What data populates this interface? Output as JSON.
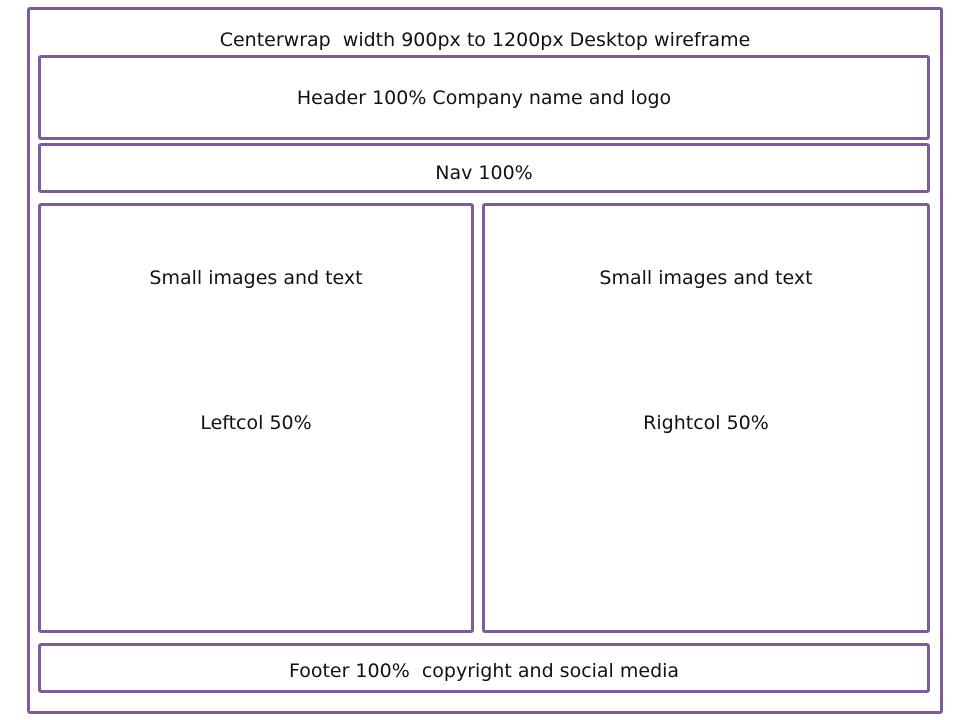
{
  "colors": {
    "border": "#7b5e98",
    "background": "#ffffff",
    "text": "#111111"
  },
  "centerwrap": {
    "label": "Centerwrap  width 900px to 1200px Desktop wireframe"
  },
  "header": {
    "label": "Header 100% Company name and logo"
  },
  "nav": {
    "label": "Nav 100%"
  },
  "leftcol": {
    "content_label": "Small images and text",
    "label": "Leftcol 50%"
  },
  "rightcol": {
    "content_label": "Small images and text",
    "label": "Rightcol 50%"
  },
  "footer": {
    "label": "Footer 100%  copyright and social media"
  }
}
